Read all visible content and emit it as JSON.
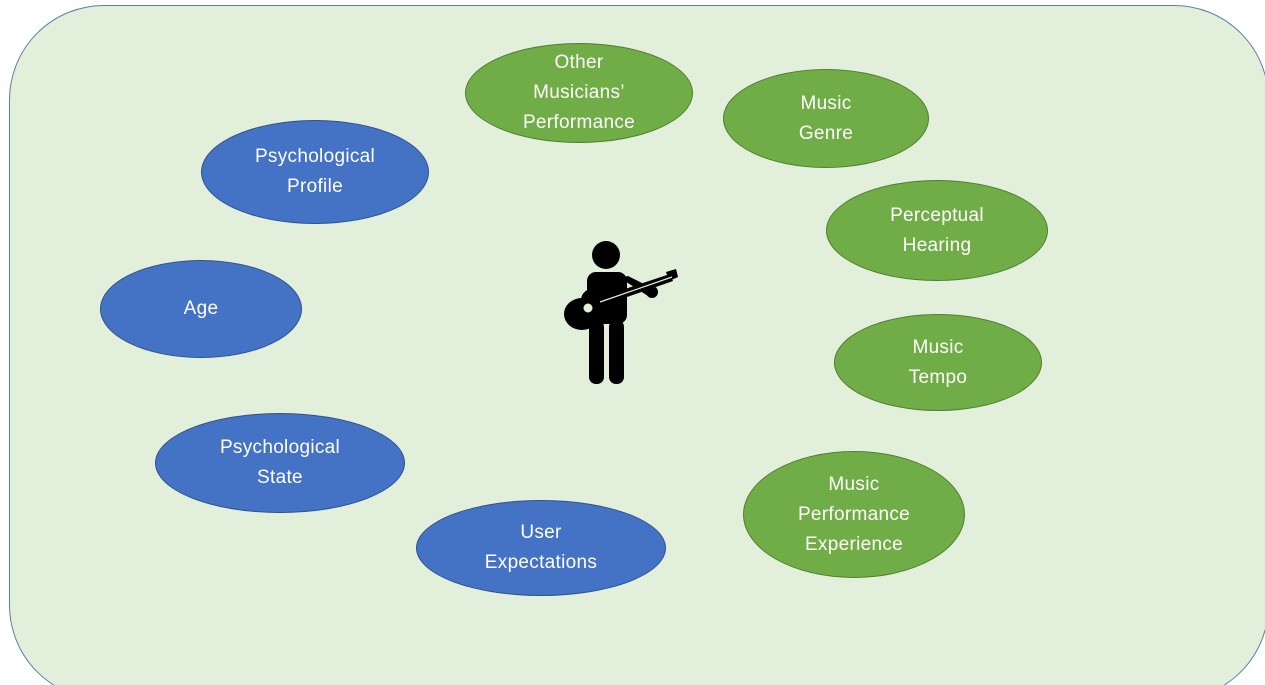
{
  "diagram": {
    "figure_icon": "guitarist-icon",
    "colors": {
      "panel_fill": "#e2efda",
      "panel_border": "#5b7fa6",
      "blue_node": "#4472c4",
      "green_node": "#70ad47",
      "node_text": "#ffffff"
    },
    "nodes": {
      "other_musicians": "Other\nMusicians’\nPerformance",
      "music_genre": "Music\nGenre",
      "perceptual_hearing": "Perceptual\nHearing",
      "music_tempo": "Music\nTempo",
      "music_performance_experience": "Music\nPerformance\nExperience",
      "psychological_profile": "Psychological\nProfile",
      "age": "Age",
      "psychological_state": "Psychological\nState",
      "user_expectations": "User\nExpectations"
    }
  }
}
